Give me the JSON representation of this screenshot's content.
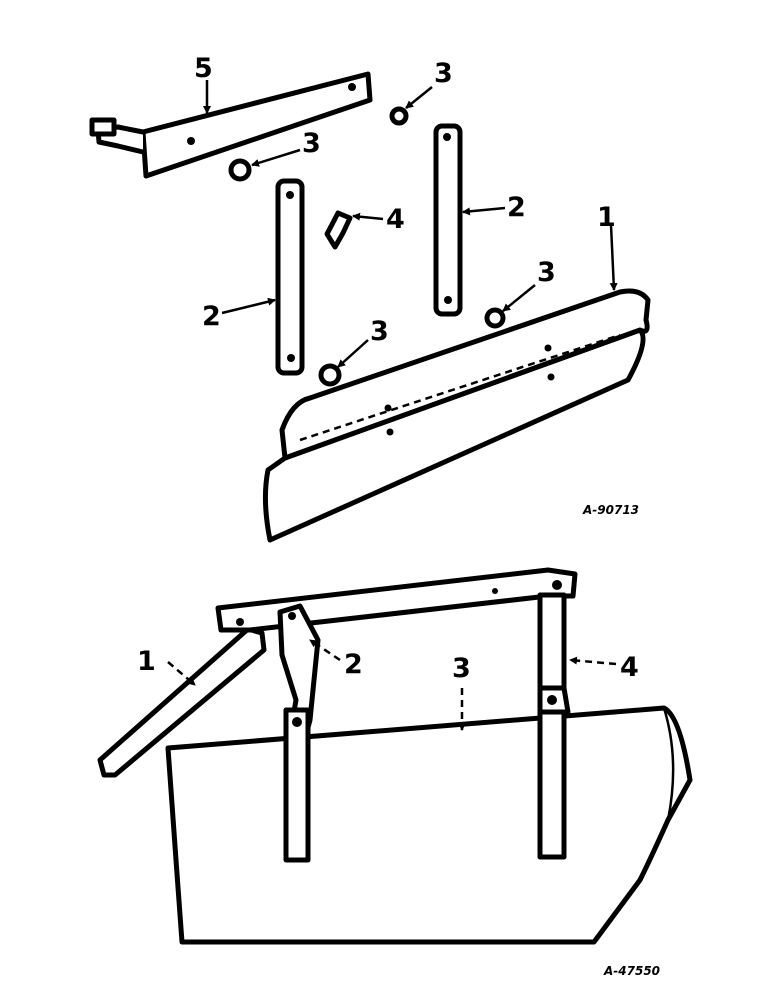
{
  "top_figure": {
    "callouts": [
      "5",
      "3",
      "3",
      "4",
      "2",
      "2",
      "1",
      "3",
      "3"
    ],
    "code": "A-90713"
  },
  "bottom_figure": {
    "callouts": [
      "1",
      "2",
      "3",
      "4"
    ],
    "code": "A-47550"
  }
}
